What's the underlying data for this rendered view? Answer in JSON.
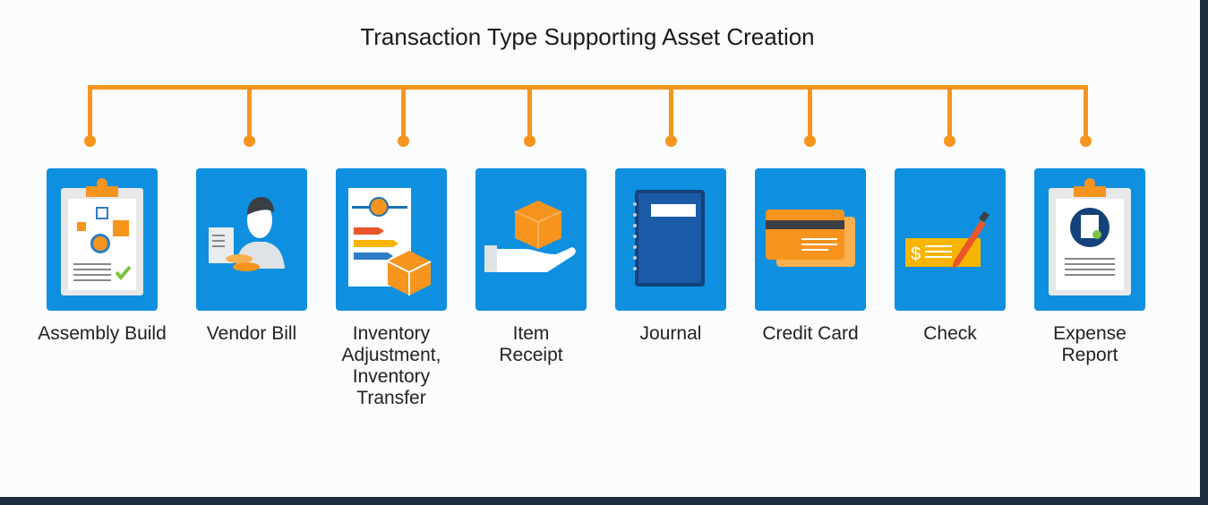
{
  "title": "Transaction Type Supporting Asset Creation",
  "colors": {
    "connector": "#f7941d",
    "tile": "#0f8fe0",
    "accent_orange": "#f7941d",
    "frame": "#1c2e40"
  },
  "items": [
    {
      "label": "Assembly Build",
      "icon": "clipboard-assembly-icon"
    },
    {
      "label": "Vendor Bill",
      "icon": "vendor-bill-icon"
    },
    {
      "label": "Inventory Adjustment, Inventory Transfer",
      "icon": "inventory-transfer-icon"
    },
    {
      "label": "Item Receipt",
      "icon": "hand-box-icon"
    },
    {
      "label": "Journal",
      "icon": "notebook-icon"
    },
    {
      "label": "Credit Card",
      "icon": "credit-card-icon"
    },
    {
      "label": "Check",
      "icon": "check-pen-icon"
    },
    {
      "label": "Expense Report",
      "icon": "expense-report-icon"
    }
  ]
}
